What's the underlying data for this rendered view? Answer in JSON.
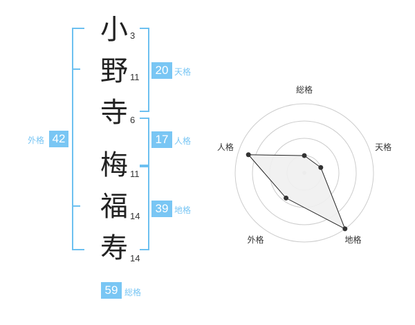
{
  "name": {
    "surname": [
      {
        "char": "小",
        "strokes": "3"
      },
      {
        "char": "野",
        "strokes": "11"
      },
      {
        "char": "寺",
        "strokes": "6"
      }
    ],
    "given": [
      {
        "char": "梅",
        "strokes": "11"
      },
      {
        "char": "福",
        "strokes": "14"
      },
      {
        "char": "寿",
        "strokes": "14"
      }
    ]
  },
  "fortunes": {
    "tenkaku": {
      "value": "20",
      "label": "天格"
    },
    "jinkaku": {
      "value": "17",
      "label": "人格"
    },
    "chikaku": {
      "value": "39",
      "label": "地格"
    },
    "gaikaku": {
      "value": "42",
      "label": "外格"
    },
    "soukaku": {
      "value": "59",
      "label": "総格"
    }
  },
  "radar": {
    "axes": [
      "総格",
      "天格",
      "地格",
      "外格",
      "人格"
    ],
    "levels": 4,
    "values": [
      0.25,
      0.25,
      1.0,
      0.45,
      0.85
    ],
    "colors": {
      "grid": "#cccccc",
      "line": "#222222",
      "fill": "#f0f0f0",
      "dot": "#333333"
    }
  }
}
